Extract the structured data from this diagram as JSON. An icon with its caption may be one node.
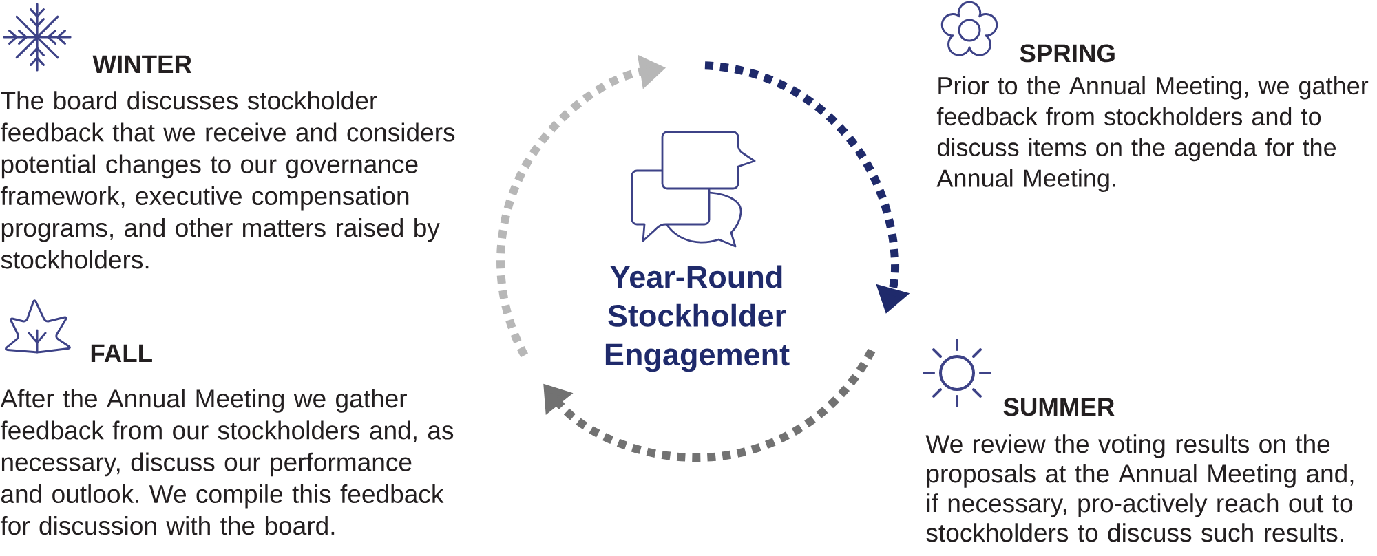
{
  "diagram": {
    "title": "Year-Round Stockholder Engagement",
    "labels": [
      "WINTER",
      "The board discusses stockholder feedback that we receive and considers potential changes to our governance framework, executive compensation programs, and other matters raised by stockholders.",
      "SPRING",
      "Prior to the Annual Meeting, we gather feedback from stockholders and to discuss items on the agenda for the Annual Meeting.",
      "FALL",
      "After the Annual Meeting we gather feedback from our stockholders and, as necessary, discuss our performance and outlook. We compile this feedback for discussion with the board.",
      "SUMMER",
      "We review the voting results on the proposals at the Annual Meeting and, if necessary, pro-actively reach out to stockholders to discuss such results."
    ]
  }
}
